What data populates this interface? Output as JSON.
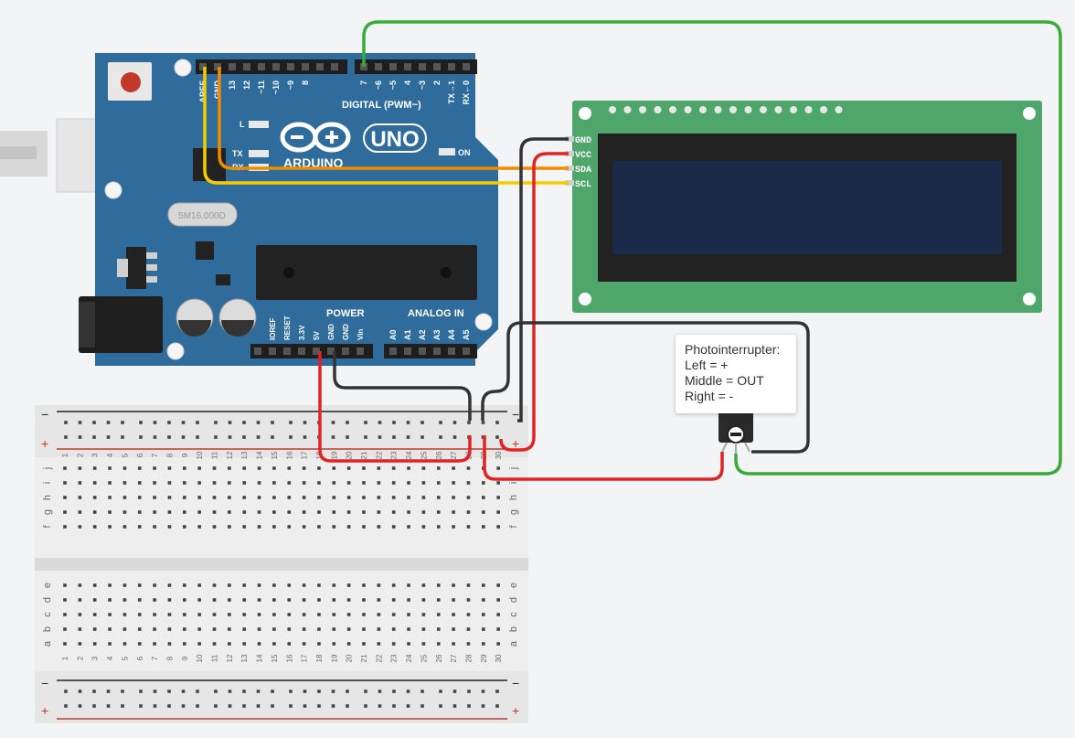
{
  "arduino": {
    "brand": "ARDUINO",
    "model": "UNO",
    "digital_header_label": "DIGITAL (PWM~)",
    "power_label": "POWER",
    "analog_label": "ANALOG IN",
    "on_label": "ON",
    "led_l": "L",
    "led_tx": "TX",
    "led_rx": "RX",
    "crystal": "5M16.000D",
    "top_pins": [
      "AREF",
      "GND",
      "13",
      "12",
      "~11",
      "~10",
      "~9",
      "8",
      "7",
      "~6",
      "~5",
      "4",
      "~3",
      "2",
      "TX→1",
      "RX←0"
    ],
    "power_pins": [
      "IOREF",
      "RESET",
      "3.3V",
      "5V",
      "GND",
      "GND",
      "Vin"
    ],
    "analog_pins": [
      "A0",
      "A1",
      "A2",
      "A3",
      "A4",
      "A5"
    ]
  },
  "lcd": {
    "pins": [
      "GND",
      "VCC",
      "SDA",
      "SCL"
    ]
  },
  "note": {
    "lines": [
      "Photointerrupter:",
      "Left = +",
      "Middle = OUT",
      "Right = -"
    ]
  },
  "breadboard": {
    "rail_minus": "−",
    "rail_plus": "+",
    "columns": [
      "1",
      "2",
      "3",
      "4",
      "5",
      "6",
      "7",
      "8",
      "9",
      "10",
      "11",
      "12",
      "13",
      "14",
      "15",
      "16",
      "17",
      "18",
      "19",
      "20",
      "21",
      "22",
      "23",
      "24",
      "25",
      "26",
      "27",
      "28",
      "29",
      "30"
    ],
    "rows_top": [
      "j",
      "i",
      "h",
      "g",
      "f"
    ],
    "rows_bottom": [
      "e",
      "d",
      "c",
      "b",
      "a"
    ]
  },
  "colors": {
    "arduino_board": "#2f6c9c",
    "lcd_pcb": "#4ea66a",
    "lcd_screen": "#1b2a49",
    "wire_red": "#e02424",
    "wire_black": "#333333",
    "wire_orange": "#f08c00",
    "wire_yellow": "#f5cc00",
    "wire_green": "#3aaa3a"
  }
}
